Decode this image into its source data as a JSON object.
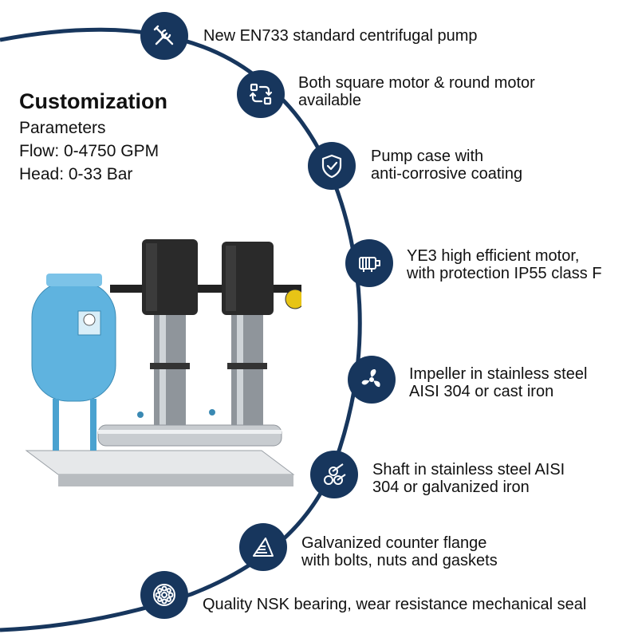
{
  "customization": {
    "title": "Customization",
    "lines": [
      "Parameters",
      "Flow: 0-4750 GPM",
      "Head: 0-33 Bar"
    ]
  },
  "features": [
    {
      "icon": "tools-icon",
      "lines": [
        "New EN733 standard centrifugal pump"
      ]
    },
    {
      "icon": "swap-icon",
      "lines": [
        "Both square motor & round motor",
        "available"
      ]
    },
    {
      "icon": "shield-check-icon",
      "lines": [
        "Pump case with",
        "anti-corrosive coating"
      ]
    },
    {
      "icon": "motor-icon",
      "lines": [
        "YE3 high efficient motor,",
        "with protection IP55 class F"
      ]
    },
    {
      "icon": "fan-icon",
      "lines": [
        "Impeller in stainless steel",
        "AISI 304 or cast iron"
      ]
    },
    {
      "icon": "shaft-icon",
      "lines": [
        "Shaft in stainless steel AISI",
        "304 or galvanized iron"
      ]
    },
    {
      "icon": "flange-icon",
      "lines": [
        "Galvanized counter flange",
        "with bolts, nuts and gaskets"
      ]
    },
    {
      "icon": "bearing-icon",
      "lines": [
        "Quality NSK bearing, wear resistance mechanical seal"
      ]
    }
  ],
  "colors": {
    "accent": "#17365d",
    "tank": "#5fb3df",
    "steel": "#c8ccd0",
    "motor": "#222222"
  }
}
